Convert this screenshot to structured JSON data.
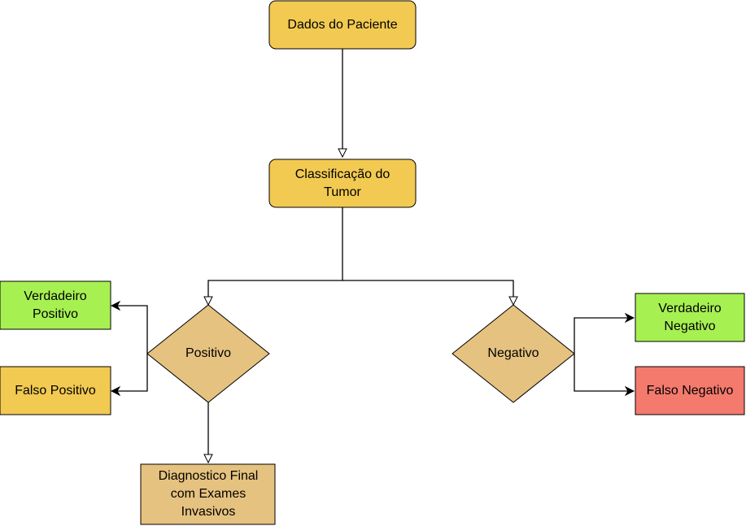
{
  "colors": {
    "process_fill": "#f2ca52",
    "process_stroke": "#000000",
    "decision_fill": "#e5c27f",
    "final_fill": "#e5c27f",
    "true_fill": "#a7f052",
    "false_positive_fill": "#f2ca52",
    "false_negative_fill": "#f47a6e",
    "edge": "#000000"
  },
  "nodes": {
    "patient_data": {
      "lines": [
        "Dados do Paciente"
      ]
    },
    "tumor_classification": {
      "lines": [
        "Classificação do",
        "Tumor"
      ]
    },
    "positive": {
      "lines": [
        "Positivo"
      ]
    },
    "negative": {
      "lines": [
        "Negativo"
      ]
    },
    "true_positive": {
      "lines": [
        "Verdadeiro",
        "Positivo"
      ]
    },
    "false_positive": {
      "lines": [
        "Falso Positivo"
      ]
    },
    "true_negative": {
      "lines": [
        "Verdadeiro",
        "Negativo"
      ]
    },
    "false_negative": {
      "lines": [
        "Falso Negativo"
      ]
    },
    "final_diagnosis": {
      "lines": [
        "Diagnostico Final",
        "com Exames",
        "Invasivos"
      ]
    }
  }
}
